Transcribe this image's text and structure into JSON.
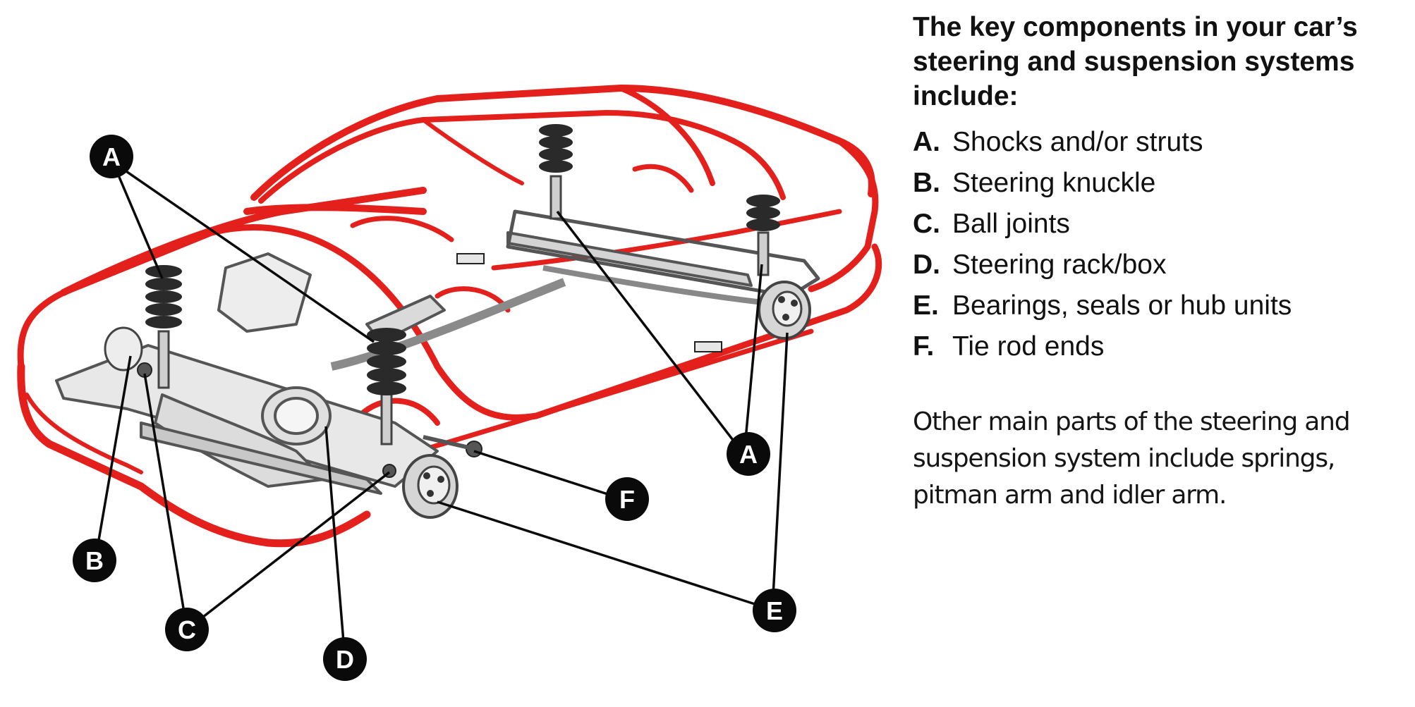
{
  "heading": "The key components in your car’s steering and suspension systems include:",
  "components": [
    {
      "letter": "A.",
      "label": "Shocks and/or struts"
    },
    {
      "letter": "B.",
      "label": "Steering knuckle"
    },
    {
      "letter": "C.",
      "label": "Ball joints"
    },
    {
      "letter": "D.",
      "label": "Steering rack/box"
    },
    {
      "letter": "E.",
      "label": "Bearings, seals or hub units"
    },
    {
      "letter": "F.",
      "label": "Tie rod ends"
    }
  ],
  "note": "Other main parts of the steering and suspension system include springs, pitman arm and idler arm.",
  "callouts": {
    "a_top": "A",
    "a_right": "A",
    "b": "B",
    "c": "C",
    "d": "D",
    "e": "E",
    "f": "F"
  },
  "colors": {
    "car_outline": "#e3201b",
    "parts": "#6a6a6a",
    "callout_fill": "#0a0a0a",
    "text": "#111111"
  }
}
